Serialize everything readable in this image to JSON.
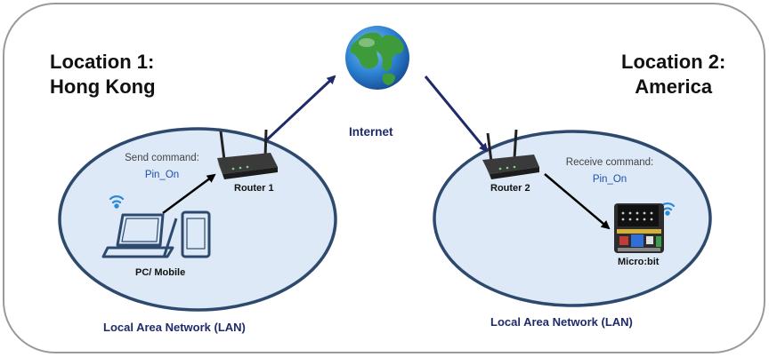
{
  "location1": {
    "line1": "Location 1:",
    "line2": "Hong Kong"
  },
  "location2": {
    "line1": "Location 2:",
    "line2": "America"
  },
  "internet": {
    "label": "Internet"
  },
  "lan_left": {
    "label": "Local Area Network (LAN)"
  },
  "lan_right": {
    "label": "Local Area Network (LAN)"
  },
  "router1": {
    "label": "Router 1"
  },
  "router2": {
    "label": "Router 2"
  },
  "pc_mobile": {
    "label": "PC/ Mobile"
  },
  "microbit": {
    "label": "Micro:bit"
  },
  "send": {
    "caption": "Send command:",
    "value": "Pin_On"
  },
  "receive": {
    "caption": "Receive command:",
    "value": "Pin_On"
  },
  "colors": {
    "lan_fill": "#dde9f7",
    "lan_stroke": "#2d4a6e",
    "arrow": "#1f2a6b",
    "wifi": "#2b8ad6"
  }
}
